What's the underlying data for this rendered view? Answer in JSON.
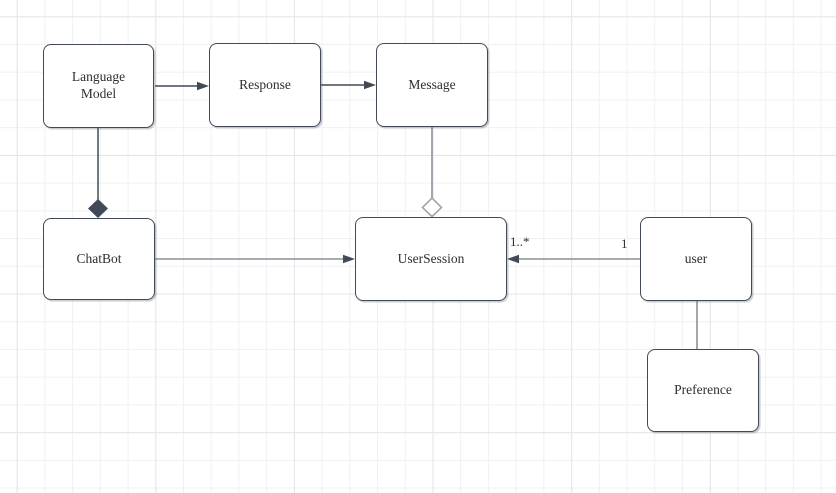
{
  "diagram": {
    "nodes": {
      "language_model": {
        "label": "Language Model"
      },
      "response": {
        "label": "Response"
      },
      "message": {
        "label": "Message"
      },
      "chatbot": {
        "label": "ChatBot"
      },
      "usersession": {
        "label": "UserSession"
      },
      "user": {
        "label": "user"
      },
      "preference": {
        "label": "Preference"
      }
    },
    "edges": {
      "languagemodel_to_response": {
        "type": "arrow"
      },
      "response_to_message": {
        "type": "arrow"
      },
      "languagemodel_chatbot": {
        "type": "composition-filled-diamond"
      },
      "message_usersession": {
        "type": "aggregation-open-diamond"
      },
      "chatbot_to_usersession": {
        "type": "arrow"
      },
      "user_to_usersession": {
        "type": "arrow",
        "target_label": "1..*",
        "source_label": "1"
      },
      "user_preference": {
        "type": "line"
      }
    },
    "colors": {
      "node_fill": "#ffffff",
      "node_border": "#414a56",
      "dark_line": "#414a56",
      "gray_line": "#999ea6",
      "text": "#2e2e2e",
      "grid_minor": "#eff1f2",
      "grid_major": "#e3e6e8",
      "background": "#ffffff"
    }
  }
}
